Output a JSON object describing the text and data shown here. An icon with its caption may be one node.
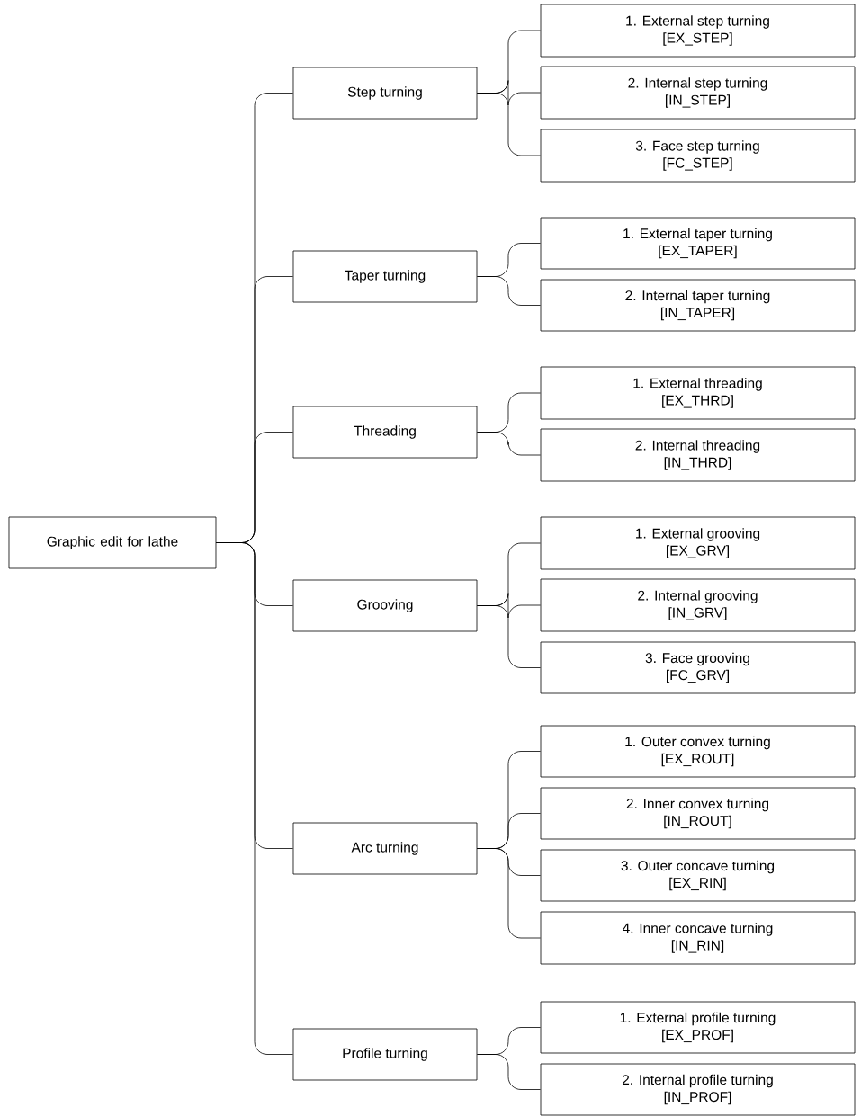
{
  "diagram": {
    "nodes": [
      {
        "text": [
          "Graphic edit for lathe"
        ]
      },
      {
        "text": [
          "Step turning"
        ]
      },
      {
        "text": [
          "1. External step turning",
          "[EX_STEP]"
        ]
      },
      {
        "text": [
          "2. Internal step turning",
          "[IN_STEP]"
        ]
      },
      {
        "text": [
          "3. Face step turning",
          "[FC_STEP]"
        ]
      },
      {
        "text": [
          "Taper turning"
        ]
      },
      {
        "text": [
          "1. External taper turning",
          "[EX_TAPER]"
        ]
      },
      {
        "text": [
          "2. Internal taper turning",
          "[IN_TAPER]"
        ]
      },
      {
        "text": [
          "Threading"
        ]
      },
      {
        "text": [
          "1. External threading",
          "[EX_THRD]"
        ]
      },
      {
        "text": [
          "2. Internal threading",
          "[IN_THRD]"
        ]
      },
      {
        "text": [
          "Grooving"
        ]
      },
      {
        "text": [
          "1. External grooving",
          "[EX_GRV]"
        ]
      },
      {
        "text": [
          "2. Internal grooving",
          "[IN_GRV]"
        ]
      },
      {
        "text": [
          "3. Face grooving",
          "[FC_GRV]"
        ]
      },
      {
        "text": [
          "Arc turning"
        ]
      },
      {
        "text": [
          "1. Outer convex turning",
          "[EX_ROUT]"
        ]
      },
      {
        "text": [
          "2. Inner convex turning",
          "[IN_ROUT]"
        ]
      },
      {
        "text": [
          "3. Outer concave turning",
          "[EX_RIN]"
        ]
      },
      {
        "text": [
          "4. Inner concave turning",
          "[IN_RIN]"
        ]
      },
      {
        "text": [
          "Profile turning"
        ]
      },
      {
        "text": [
          "1. External profile turning",
          "[EX_PROF]"
        ]
      },
      {
        "text": [
          "2. Internal profile turning",
          "[IN_PROF]"
        ]
      }
    ],
    "edges": [
      {
        "from": 0,
        "to": 1,
        "arrow": "none"
      },
      {
        "from": 0,
        "to": 5,
        "arrow": "none"
      },
      {
        "from": 0,
        "to": 8,
        "arrow": "none"
      },
      {
        "from": 0,
        "to": 11,
        "arrow": "none"
      },
      {
        "from": 0,
        "to": 15,
        "arrow": "none"
      },
      {
        "from": 0,
        "to": 20,
        "arrow": "none"
      },
      {
        "from": 1,
        "to": 2,
        "arrow": "none"
      },
      {
        "from": 1,
        "to": 3,
        "arrow": "none"
      },
      {
        "from": 1,
        "to": 4,
        "arrow": "none"
      },
      {
        "from": 5,
        "to": 6,
        "arrow": "none"
      },
      {
        "from": 5,
        "to": 7,
        "arrow": "none"
      },
      {
        "from": 8,
        "to": 9,
        "arrow": "none"
      },
      {
        "from": 8,
        "to": 10,
        "arrow": "none"
      },
      {
        "from": 11,
        "to": 12,
        "arrow": "none"
      },
      {
        "from": 11,
        "to": 13,
        "arrow": "none"
      },
      {
        "from": 11,
        "to": 14,
        "arrow": "none"
      },
      {
        "from": 15,
        "to": 16,
        "arrow": "none"
      },
      {
        "from": 15,
        "to": 17,
        "arrow": "none"
      },
      {
        "from": 15,
        "to": 18,
        "arrow": "none"
      },
      {
        "from": 15,
        "to": 19,
        "arrow": "none"
      },
      {
        "from": 20,
        "to": 21,
        "arrow": "none"
      },
      {
        "from": 20,
        "to": 22,
        "arrow": "none"
      }
    ]
  }
}
